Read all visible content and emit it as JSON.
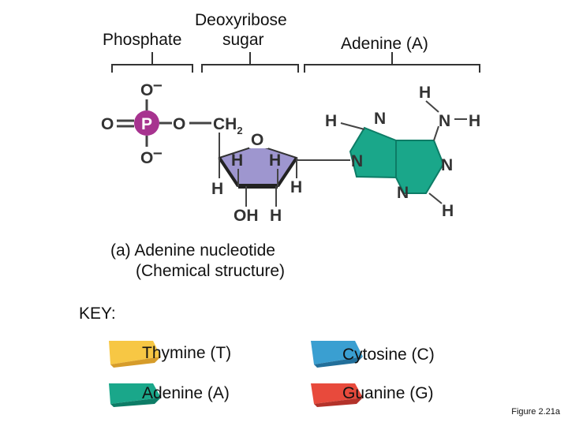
{
  "labels": {
    "deoxyribose_line1": "Deoxyribose",
    "deoxyribose_line2": "sugar",
    "phosphate": "Phosphate",
    "adenine_header": "Adenine (A)"
  },
  "atoms": {
    "o_minus_top": "O",
    "o_minus_bottom": "O",
    "o_left": "O",
    "p": "P",
    "o_bridge": "O",
    "ch": "CH",
    "ch_sub": "2",
    "ring_o": "O",
    "h_ring_left": "H",
    "h_ring_right": "H",
    "h_left_out": "H",
    "h_right_out": "H",
    "oh": "OH",
    "h_bottom": "H",
    "n_top": "N",
    "h_top_left": "H",
    "h_amine_top": "H",
    "n_amine": "N",
    "h_amine_right": "H",
    "n_link": "N",
    "n_right": "N",
    "n_bottom": "N",
    "h_bottom_right": "H",
    "minus": "–"
  },
  "caption": {
    "line1": "(a) Adenine nucleotide",
    "line2": "(Chemical structure)"
  },
  "key": {
    "title": "KEY:",
    "items": [
      {
        "label": "Thymine (T)",
        "color": "#f7c744"
      },
      {
        "label": "Cytosine (C)",
        "color": "#3a9fd1"
      },
      {
        "label": "Adenine (A)",
        "color": "#1aa78a"
      },
      {
        "label": "Guanine (G)",
        "color": "#e84a3c"
      }
    ]
  },
  "figure_ref": "Figure 2.21a",
  "colors": {
    "phosphate": "#a7338f",
    "sugar": "#9e96cf",
    "adenine": "#1aa78a"
  }
}
